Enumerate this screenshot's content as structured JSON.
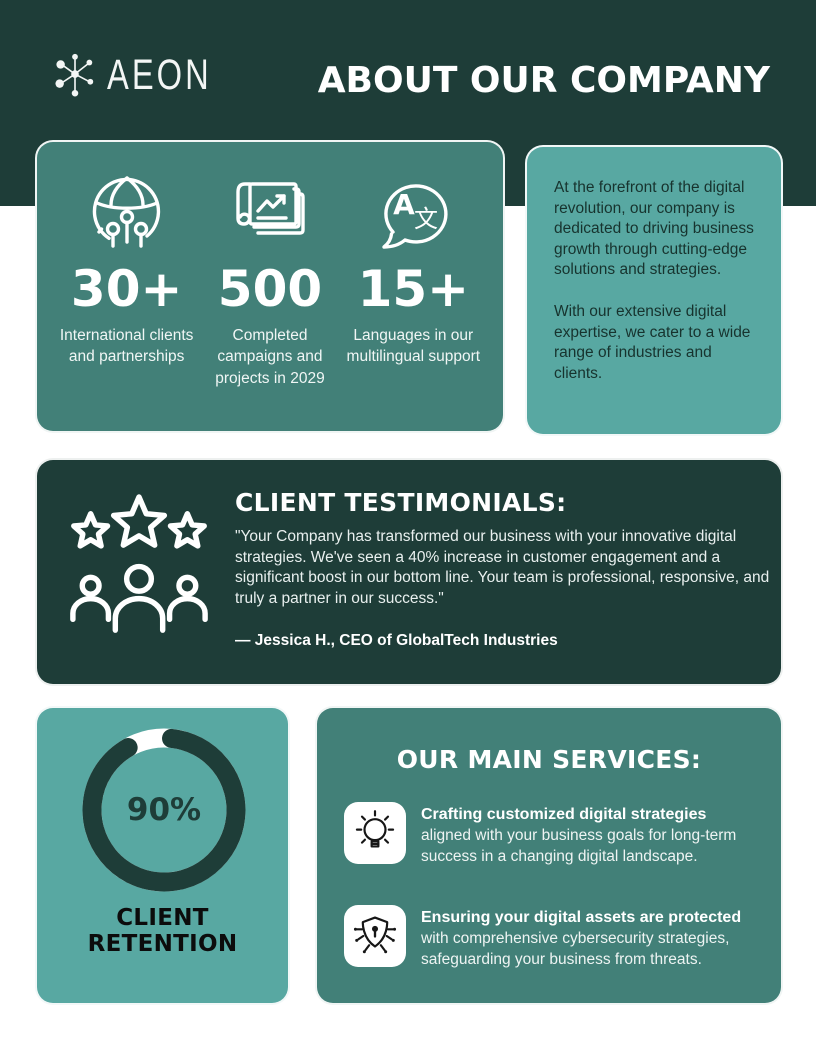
{
  "colors": {
    "dark_green": "#1e3d38",
    "teal": "#428078",
    "light_teal": "#58a8a2",
    "page_bg": "#ffffff",
    "black_text": "#0c0c0c"
  },
  "header": {
    "logo_text": "AEON",
    "logo_icon": "network-nodes-icon",
    "title": "ABOUT OUR COMPANY"
  },
  "stats_card": {
    "stats": [
      {
        "icon": "globe-network-icon",
        "value": "30+",
        "label": "International clients and partnerships"
      },
      {
        "icon": "campaign-report-icon",
        "value": "500",
        "label": "Completed campaigns and projects in 2029"
      },
      {
        "icon": "translation-bubble-icon",
        "value": "15+",
        "label": "Languages in our multilingual support"
      }
    ]
  },
  "about_card": {
    "paragraphs": [
      "At the forefront of the digital revolution, our company is dedicated to driving business growth through cutting-edge solutions and strategies.",
      "With our extensive digital expertise, we cater to a wide range of industries and clients."
    ]
  },
  "testimonials_card": {
    "icon": "stars-customers-icon",
    "title": "CLIENT TESTIMONIALS:",
    "quote": "\"Your Company has transformed our business with your innovative digital strategies. We've seen a 40% increase in customer engagement and a significant boost in our bottom line. Your team is professional, responsive, and truly a partner in our success.\"",
    "attribution": "— Jessica H., CEO of GlobalTech Industries"
  },
  "retention_card": {
    "percent_label": "90%",
    "label_lines": [
      "CLIENT",
      "RETENTION"
    ]
  },
  "services_card": {
    "title": "OUR MAIN SERVICES:",
    "services": [
      {
        "icon": "lightbulb-icon",
        "heading": "Crafting customized digital strategies",
        "body": "aligned with your business goals for long-term success in a changing digital landscape."
      },
      {
        "icon": "shield-security-icon",
        "heading": "Ensuring your digital assets are protected",
        "body": "with comprehensive cybersecurity strategies, safeguarding your business from threats."
      }
    ]
  },
  "chart_data": {
    "type": "donut",
    "title": "CLIENT RETENTION",
    "labels": [
      "Client retention",
      "Remainder"
    ],
    "values": [
      90,
      10
    ],
    "center_label": "90%",
    "colors": [
      "#1e3d38",
      "#ffffff"
    ],
    "legend_position": "none"
  }
}
